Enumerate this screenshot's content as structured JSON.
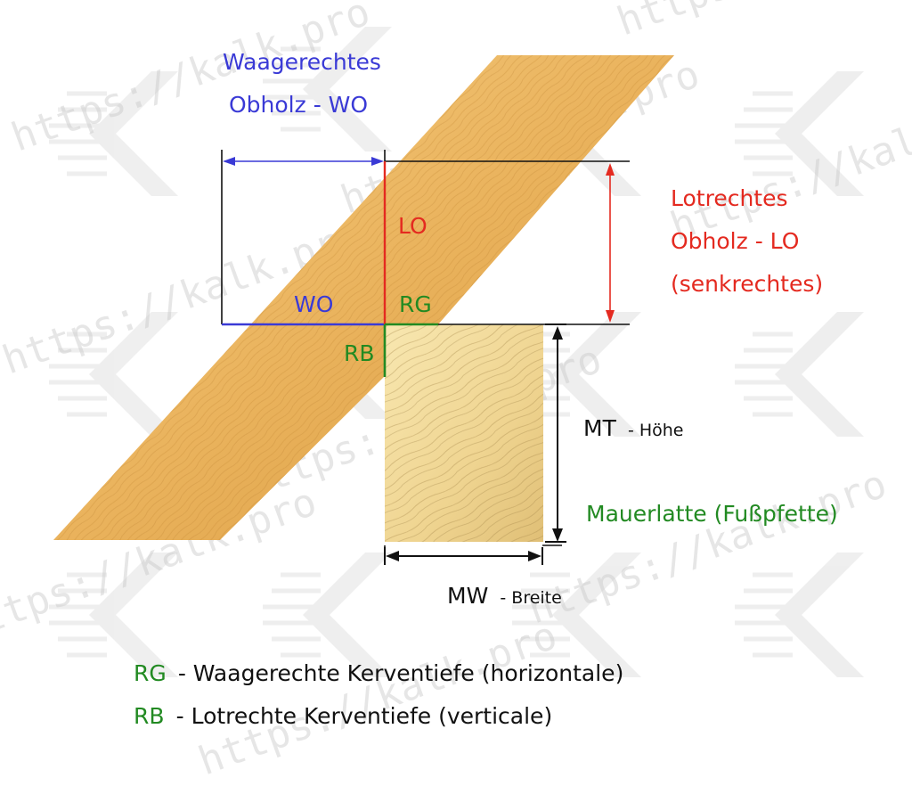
{
  "colors": {
    "blue": "#3a3ad6",
    "red": "#e42a20",
    "green": "#228a22",
    "black": "#111111",
    "rafter_light": "#f3c574",
    "rafter_dark": "#d89a3c",
    "plate_light": "#f6e3a6",
    "plate_dark": "#e2c27a",
    "watermark": "#d0d0d0"
  },
  "labels": {
    "wo_title_line1": "Waagerechtes",
    "wo_title_line2": "Obholz - WO",
    "lo_title_line1": "Lotrechtes",
    "lo_title_line2": "Obholz - LO",
    "lo_title_line3": "(senkrechtes)",
    "lo": "LO",
    "wo": "WO",
    "rg": "RG",
    "rb": "RB",
    "mt": "MT",
    "mt_sub": "- Höhe",
    "mw": "MW",
    "mw_sub": "- Breite",
    "plate_name": "Mauerlatte (Fußpfette)"
  },
  "legend": {
    "rg_key": "RG",
    "rg_text": "- Waagerechte Kerventiefe (horizontale)",
    "rb_key": "RB",
    "rb_text": "- Lotrechte Kerventiefe (verticale)"
  },
  "watermark": {
    "text": "https://kalk.pro"
  }
}
